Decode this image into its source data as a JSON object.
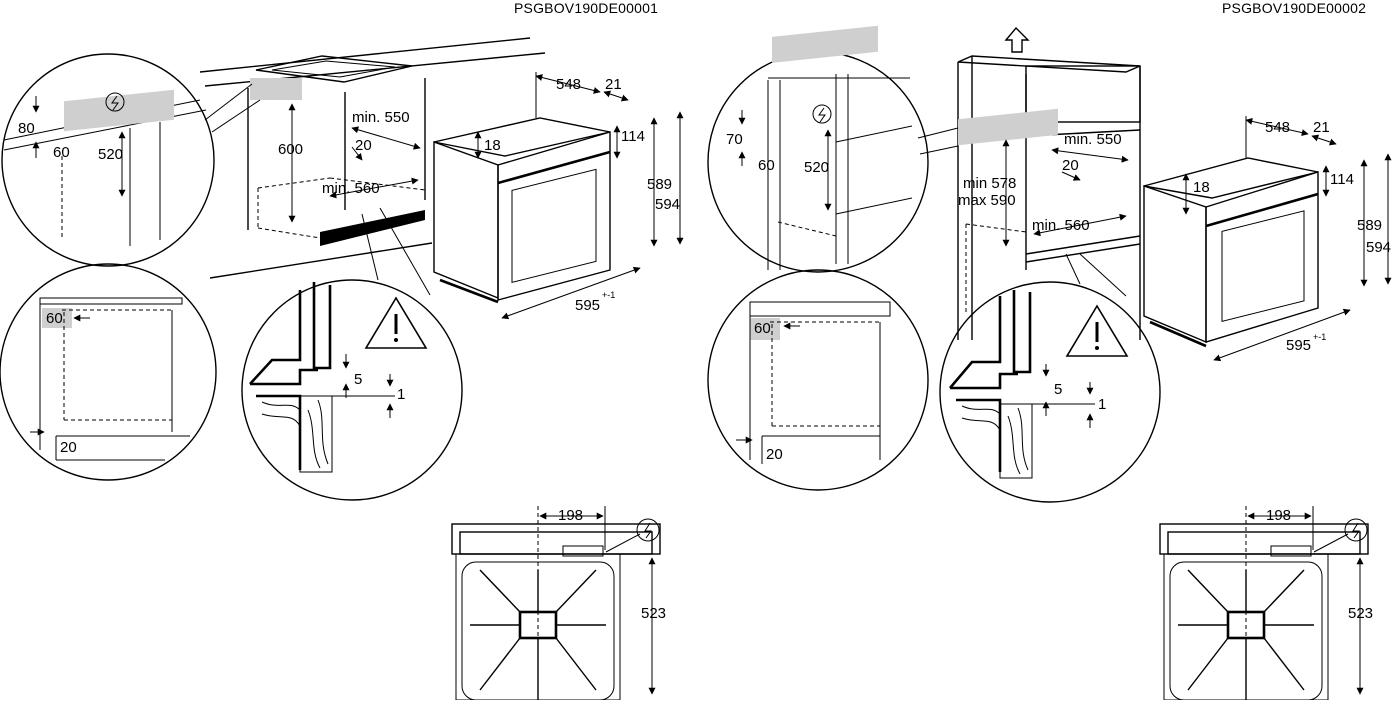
{
  "codes": {
    "left": "PSGBOV190DE00001",
    "right": "PSGBOV190DE00002"
  },
  "left": {
    "bubble_top": {
      "h": "80",
      "d1": "60",
      "d2": "520"
    },
    "bubble_mid": {
      "a": "60",
      "b": "20"
    },
    "niche": {
      "height": "600",
      "min_width": "min. 550",
      "depth_offset": "20",
      "min_depth": "min. 560"
    },
    "oven": {
      "depth": "548",
      "front": "21",
      "top": "18",
      "panel": "114",
      "h1": "589",
      "h2": "594",
      "width": "595",
      "tol": "+-1"
    },
    "detail": {
      "gap": "5",
      "step": "1"
    },
    "bottom": {
      "offset": "198",
      "height": "523"
    }
  },
  "right": {
    "bubble_top": {
      "h": "70",
      "d1": "60",
      "d2": "520"
    },
    "bubble_mid": {
      "a": "60",
      "b": "20"
    },
    "niche": {
      "min_h": "min 578",
      "max_h": "max 590",
      "min_width": "min. 550",
      "depth_offset": "20",
      "min_depth": "min. 560"
    },
    "oven": {
      "depth": "548",
      "front": "21",
      "top": "18",
      "panel": "114",
      "h1": "589",
      "h2": "594",
      "width": "595",
      "tol": "+-1"
    },
    "detail": {
      "gap": "5",
      "step": "1"
    },
    "bottom": {
      "offset": "198",
      "height": "523"
    }
  },
  "icons": [
    "power-symbol-icon",
    "warning-triangle-icon",
    "up-arrow-icon"
  ]
}
